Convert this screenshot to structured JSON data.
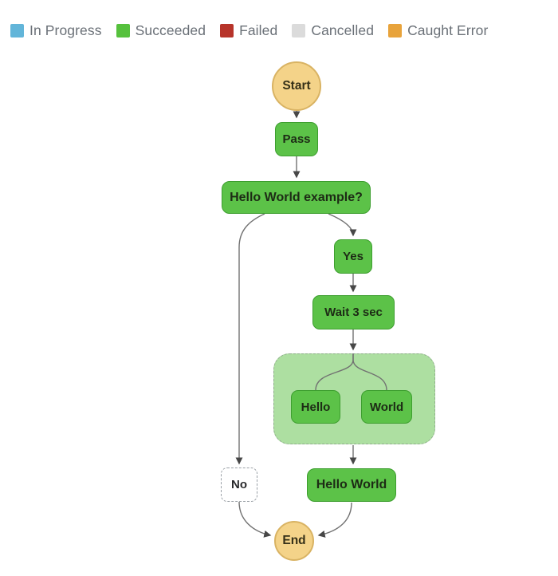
{
  "legend": {
    "items": [
      {
        "label": "In Progress",
        "color": "#62b5d9"
      },
      {
        "label": "Succeeded",
        "color": "#56c13d"
      },
      {
        "label": "Failed",
        "color": "#b7342a"
      },
      {
        "label": "Cancelled",
        "color": "#dbdbdb"
      },
      {
        "label": "Caught Error",
        "color": "#e8a33b"
      }
    ]
  },
  "diagram": {
    "nodes": {
      "start": {
        "label": "Start"
      },
      "pass": {
        "label": "Pass"
      },
      "choice": {
        "label": "Hello World example?"
      },
      "yes": {
        "label": "Yes"
      },
      "wait": {
        "label": "Wait 3 sec"
      },
      "hello": {
        "label": "Hello"
      },
      "world": {
        "label": "World"
      },
      "hello_world": {
        "label": "Hello World"
      },
      "no": {
        "label": "No"
      },
      "end": {
        "label": "End"
      }
    },
    "colors": {
      "succeeded_fill": "#5cc248",
      "succeeded_border": "#3d9e2f",
      "terminal_fill": "#f4d389",
      "terminal_border": "#d9b363",
      "parallel_fill": "#addfa1",
      "not_executed_border": "#9aa0a6",
      "edge": "#717171",
      "legend_text": "#6a7077"
    }
  }
}
